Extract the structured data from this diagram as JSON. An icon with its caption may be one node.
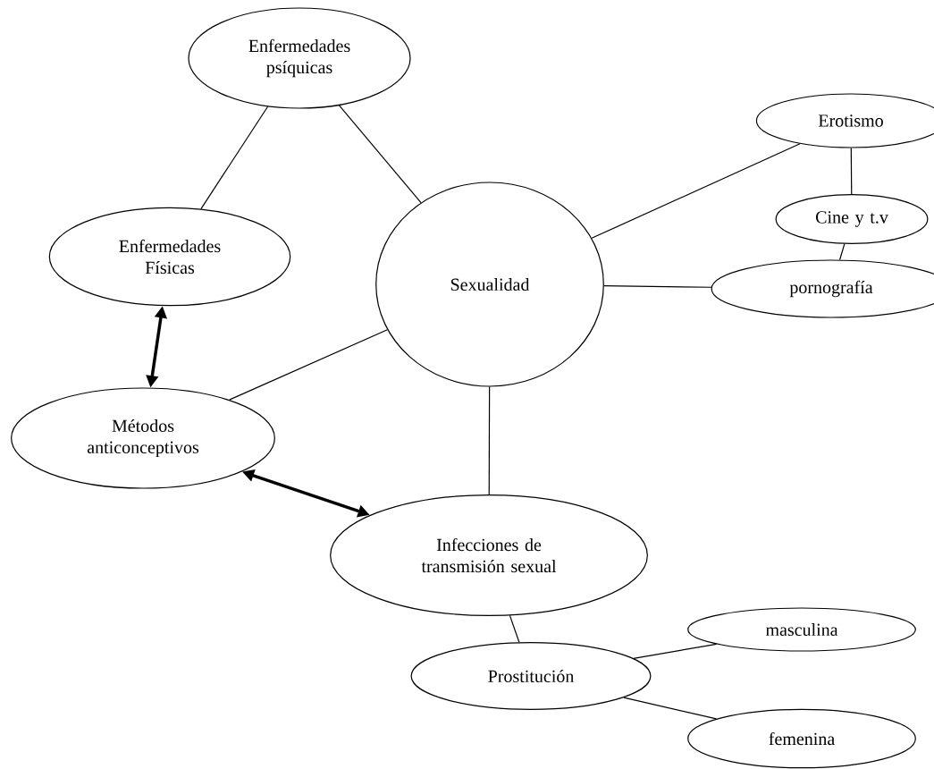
{
  "diagram": {
    "nodes": [
      {
        "text": [
          "Enfermedades psíquicas"
        ]
      },
      {
        "text": [
          "Erotismo"
        ]
      },
      {
        "text": [
          "Enfermedades Físicas"
        ]
      },
      {
        "text": [
          "Sexualidad"
        ]
      },
      {
        "text": [
          "Cine y t.v"
        ]
      },
      {
        "text": [
          "pornografía"
        ]
      },
      {
        "text": [
          "Métodos anticonceptivos"
        ]
      },
      {
        "text": [
          "Infecciones de transmisión sexual"
        ]
      },
      {
        "text": [
          "Prostitución"
        ]
      },
      {
        "text": [
          "masculina"
        ]
      },
      {
        "text": [
          "femenina"
        ]
      }
    ],
    "edges": [
      {
        "from": 0,
        "to": 2,
        "arrow": "none"
      },
      {
        "from": 0,
        "to": 3,
        "arrow": "none"
      },
      {
        "from": 3,
        "to": 1,
        "arrow": "none"
      },
      {
        "from": 1,
        "to": 4,
        "arrow": "none"
      },
      {
        "from": 4,
        "to": 5,
        "arrow": "none"
      },
      {
        "from": 3,
        "to": 5,
        "arrow": "none"
      },
      {
        "from": 2,
        "to": 6,
        "arrow": "both",
        "style": "thick"
      },
      {
        "from": 3,
        "to": 6,
        "arrow": "none"
      },
      {
        "from": 6,
        "to": 7,
        "arrow": "both",
        "style": "thick"
      },
      {
        "from": 3,
        "to": 7,
        "arrow": "none"
      },
      {
        "from": 7,
        "to": 8,
        "arrow": "none"
      },
      {
        "from": 8,
        "to": 9,
        "arrow": "none"
      },
      {
        "from": 8,
        "to": 10,
        "arrow": "none"
      }
    ]
  }
}
